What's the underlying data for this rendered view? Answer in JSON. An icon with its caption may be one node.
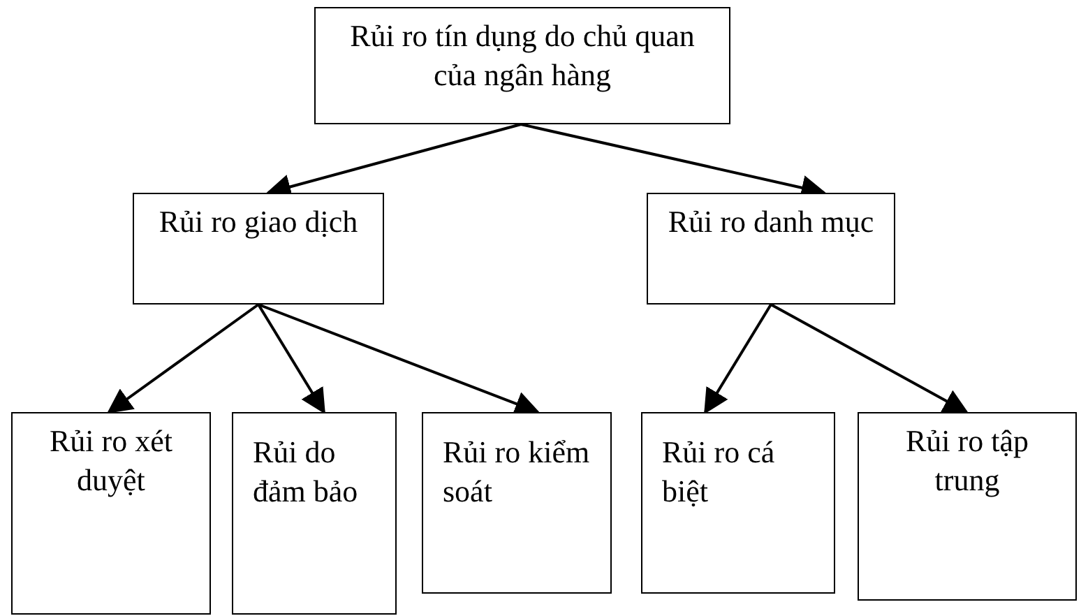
{
  "diagram": {
    "nodes": [
      {
        "text": [
          "Rủi ro tín dụng do chủ quan của ngân hàng"
        ]
      },
      {
        "text": [
          "Rủi ro giao dịch"
        ]
      },
      {
        "text": [
          "Rủi ro danh mục"
        ]
      },
      {
        "text": [
          "Rủi ro xét duyệt"
        ]
      },
      {
        "text": [
          "Rủi do đảm bảo"
        ]
      },
      {
        "text": [
          "Rủi ro kiểm soát"
        ]
      },
      {
        "text": [
          "Rủi ro cá biệt"
        ]
      },
      {
        "text": [
          "Rủi ro tập trung"
        ]
      }
    ],
    "edges": [
      {
        "from": 0,
        "to": 1,
        "arrow": "to"
      },
      {
        "from": 0,
        "to": 2,
        "arrow": "to"
      },
      {
        "from": 1,
        "to": 3,
        "arrow": "to"
      },
      {
        "from": 1,
        "to": 4,
        "arrow": "to"
      },
      {
        "from": 1,
        "to": 5,
        "arrow": "to"
      },
      {
        "from": 2,
        "to": 6,
        "arrow": "to"
      },
      {
        "from": 2,
        "to": 7,
        "arrow": "to"
      }
    ]
  }
}
